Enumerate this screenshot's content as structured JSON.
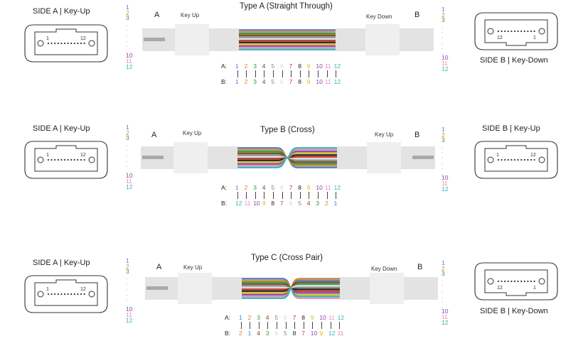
{
  "colors": [
    "#4a7fd0",
    "#e0872a",
    "#2f9a3a",
    "#7b4a26",
    "#888888",
    "#d9d9d9",
    "#c0392b",
    "#222222",
    "#d4c21a",
    "#8e44ad",
    "#e38fb5",
    "#35b6b6"
  ],
  "sections": [
    {
      "title": "Type A (Straight Through)",
      "side_a_label": "SIDE A | Key-Up",
      "side_b_label": "SIDE B | Key-Down",
      "end_a": "A",
      "end_b": "B",
      "key_a": "Key Up",
      "key_b": "Key Down",
      "conn_a_nums": [
        "1",
        "12"
      ],
      "conn_b_nums": [
        "12",
        "1"
      ],
      "left_col": [
        "1",
        "2",
        "3",
        ".",
        ".",
        ".",
        ".",
        ".",
        ".",
        "10",
        "11",
        "12"
      ],
      "right_col": [
        "1",
        "2",
        "3",
        ".",
        ".",
        ".",
        ".",
        ".",
        ".",
        "10",
        "11",
        "12"
      ],
      "map_a_label": "A:",
      "map_b_label": "B:",
      "map_top": [
        "1",
        "2",
        "3",
        "4",
        "5",
        "6",
        "7",
        "8",
        "9",
        "10",
        "11",
        "12"
      ],
      "map_bottom": [
        "1",
        "2",
        "3",
        "4",
        "5",
        "6",
        "7",
        "8",
        "9",
        "10",
        "11",
        "12"
      ]
    },
    {
      "title": "Type B (Cross)",
      "side_a_label": "SIDE A | Key-Up",
      "side_b_label": "SIDE B | Key-Up",
      "end_a": "A",
      "end_b": "B",
      "key_a": "Key Up",
      "key_b": "Key Up",
      "conn_a_nums": [
        "1",
        "12"
      ],
      "conn_b_nums": [
        "1",
        "12"
      ],
      "left_col": [
        "1",
        "2",
        "3",
        ".",
        ".",
        ".",
        ".",
        ".",
        ".",
        "10",
        "11",
        "12"
      ],
      "right_col": [
        "1",
        "2",
        "3",
        ".",
        ".",
        ".",
        ".",
        ".",
        ".",
        "10",
        "11",
        "12"
      ],
      "map_a_label": "A:",
      "map_b_label": "B:",
      "map_top": [
        "1",
        "2",
        "3",
        "4",
        "5",
        "6",
        "7",
        "8",
        "9",
        "10",
        "11",
        "12"
      ],
      "map_bottom": [
        "12",
        "11",
        "10",
        "9",
        "8",
        "7",
        "6",
        "5",
        "4",
        "3",
        "2",
        "1"
      ]
    },
    {
      "title": "Type C (Cross Pair)",
      "side_a_label": "SIDE A | Key-Up",
      "side_b_label": "SIDE B | Key-Down",
      "end_a": "A",
      "end_b": "B",
      "key_a": "Key Up",
      "key_b": "Key Down",
      "conn_a_nums": [
        "1",
        "12"
      ],
      "conn_b_nums": [
        "12",
        "1"
      ],
      "left_col": [
        "1",
        "2",
        "3",
        ".",
        ".",
        ".",
        ".",
        ".",
        ".",
        "10",
        "11",
        "12"
      ],
      "right_col": [
        "1",
        "2",
        "3",
        ".",
        ".",
        ".",
        ".",
        ".",
        ".",
        "10",
        "11",
        "12"
      ],
      "map_a_label": "A:",
      "map_b_label": "B:",
      "map_top": [
        "1",
        "2",
        "3",
        "4",
        "5",
        "6",
        "7",
        "8",
        "9",
        "10",
        "11",
        "12"
      ],
      "map_bottom": [
        "2",
        "1",
        "4",
        "3",
        "6",
        "5",
        "8",
        "7",
        "10",
        "9",
        "12",
        "11"
      ]
    }
  ]
}
